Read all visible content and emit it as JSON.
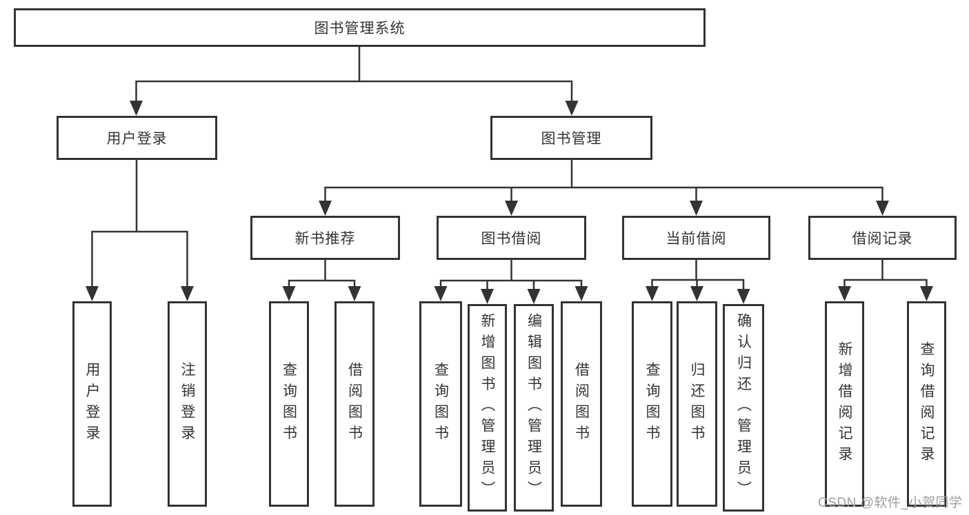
{
  "root": {
    "label": "图书管理系统"
  },
  "user_login": {
    "label": "用户登录",
    "children": [
      {
        "label": "用户登录"
      },
      {
        "label": "注销登录"
      }
    ]
  },
  "book_management": {
    "label": "图书管理",
    "sections": [
      {
        "label": "新书推荐",
        "children": [
          {
            "label": "查询图书"
          },
          {
            "label": "借阅图书"
          }
        ]
      },
      {
        "label": "图书借阅",
        "children": [
          {
            "label": "查询图书"
          },
          {
            "label": "新增图书（管理员）"
          },
          {
            "label": "编辑图书（管理员）"
          },
          {
            "label": "借阅图书"
          }
        ]
      },
      {
        "label": "当前借阅",
        "children": [
          {
            "label": "查询图书"
          },
          {
            "label": "归还图书"
          },
          {
            "label": "确认归还（管理员）"
          }
        ]
      },
      {
        "label": "借阅记录",
        "children": [
          {
            "label": "新增借阅记录"
          },
          {
            "label": "查询借阅记录"
          }
        ]
      }
    ]
  },
  "watermark": {
    "text": "CSDN @软件_小贺同学"
  },
  "colors": {
    "line": "#333333",
    "text": "#333333",
    "background": "#ffffff",
    "watermark": "#9e9e9e"
  }
}
